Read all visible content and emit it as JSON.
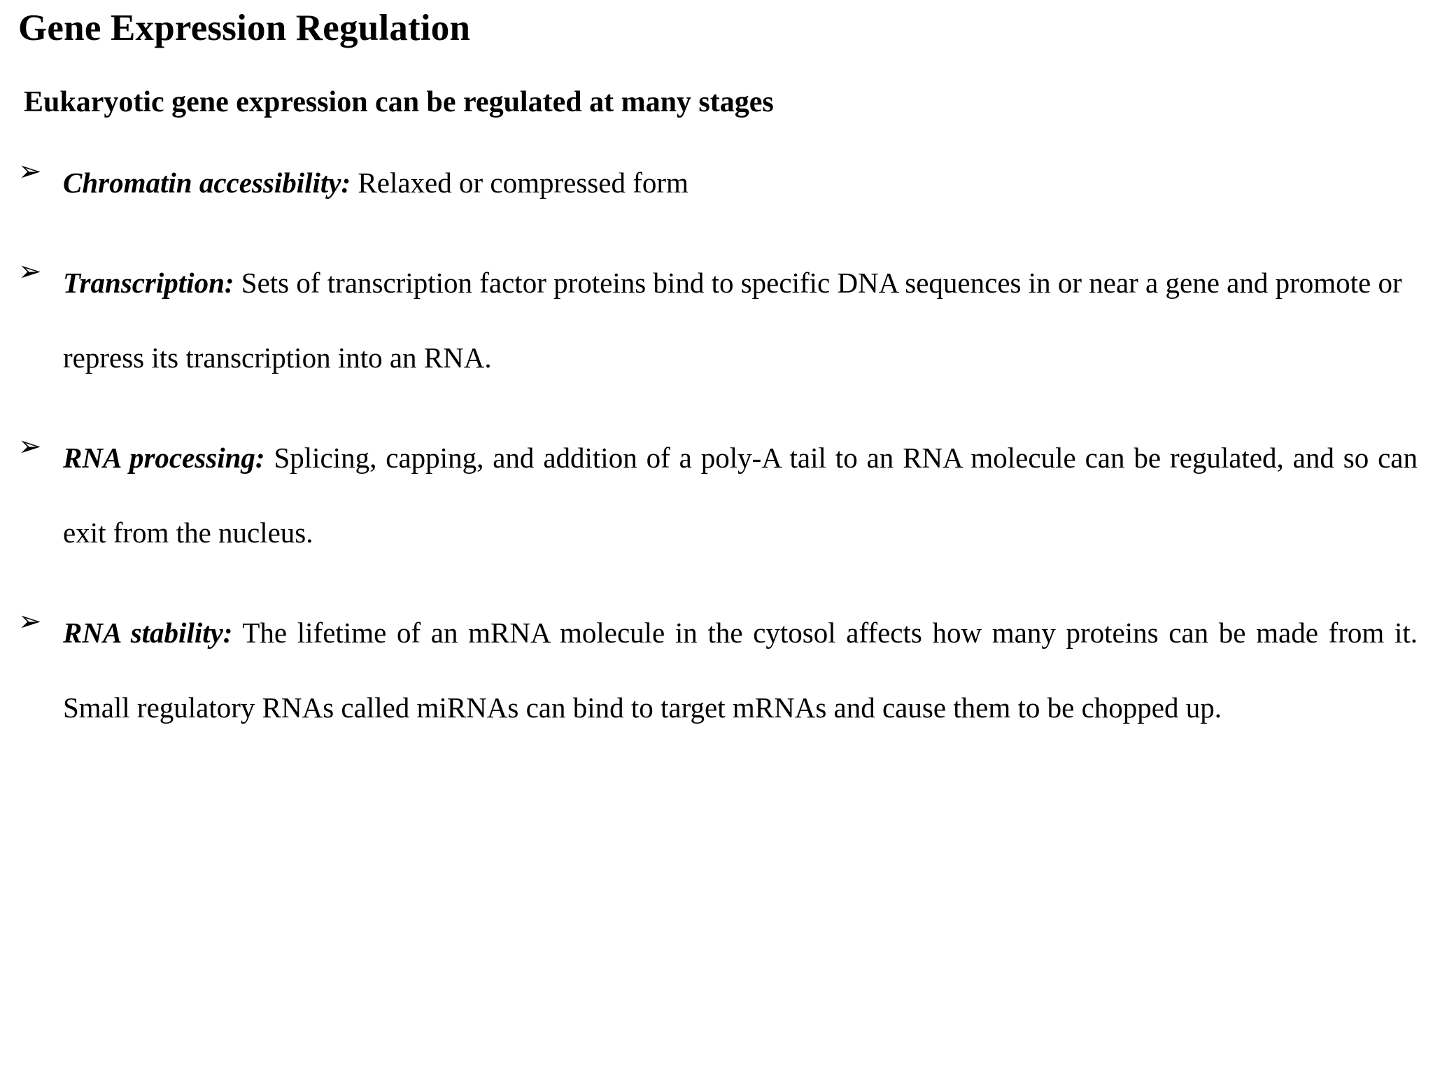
{
  "slide": {
    "title": "Gene Expression Regulation",
    "subtitle": "Eukaryotic gene expression can be regulated at many stages",
    "bullet_glyph": "➢",
    "background_color": "#ffffff",
    "text_color": "#000000",
    "bullets": [
      {
        "marker": "➢",
        "lead": "Chromatin accessibility:",
        "rest": " Relaxed or compressed form",
        "lines": [
          [
            "Relaxed",
            "or",
            "compressed",
            "form"
          ]
        ]
      },
      {
        "marker": "➢",
        "lead": "Transcription:",
        "rest": " Sets of transcription factor proteins bind to specific DNA sequences in or near a gene and promote or repress its transcription into an RNA.",
        "lines": [
          [
            "Sets",
            "of",
            "transcription",
            "factor",
            "proteins",
            "bind",
            "to",
            "specific",
            "DNA",
            "sequences"
          ],
          [
            "in",
            "or",
            "near",
            "a",
            "gene",
            "and",
            "promote",
            "or",
            "repress",
            "its",
            "transcription",
            "into",
            "an",
            "RNA."
          ]
        ]
      },
      {
        "marker": "➢",
        "lead": "RNA processing:",
        "rest": " Splicing, capping, and addition of a poly-A tail to an RNA molecule can be regulated, and so can exit from the nucleus.",
        "lines": [
          [
            "Splicing,",
            "capping,",
            "and",
            "addition",
            "of",
            "a",
            "poly-A",
            "tail",
            "to",
            "an",
            "RNA"
          ],
          [
            "molecule",
            "can",
            "be",
            "regulated,",
            "and",
            "so",
            "can",
            "exit",
            "from",
            "the",
            "nucleus."
          ]
        ]
      },
      {
        "marker": "➢",
        "lead": "RNA stability:",
        "rest": " The lifetime of an mRNA molecule in the cytosol affects how many proteins can be made from it. Small regulatory RNAs called miRNAs can bind to target mRNAs and cause them to be chopped up.",
        "lines": [
          [
            "The",
            "lifetime",
            "of",
            "an",
            "mRNA",
            "molecule",
            "in",
            "the",
            "cytosol",
            "affects",
            "how",
            "many"
          ],
          [
            "proteins",
            "can",
            "be",
            "made",
            "from",
            "it.",
            "Small",
            "regulatory",
            "RNAs",
            "called",
            "miRNAs",
            "can",
            "bind",
            "to"
          ],
          [
            "target",
            "mRNAs",
            "and",
            "cause",
            "them",
            "to",
            "be",
            "chopped",
            "up."
          ]
        ]
      }
    ]
  }
}
